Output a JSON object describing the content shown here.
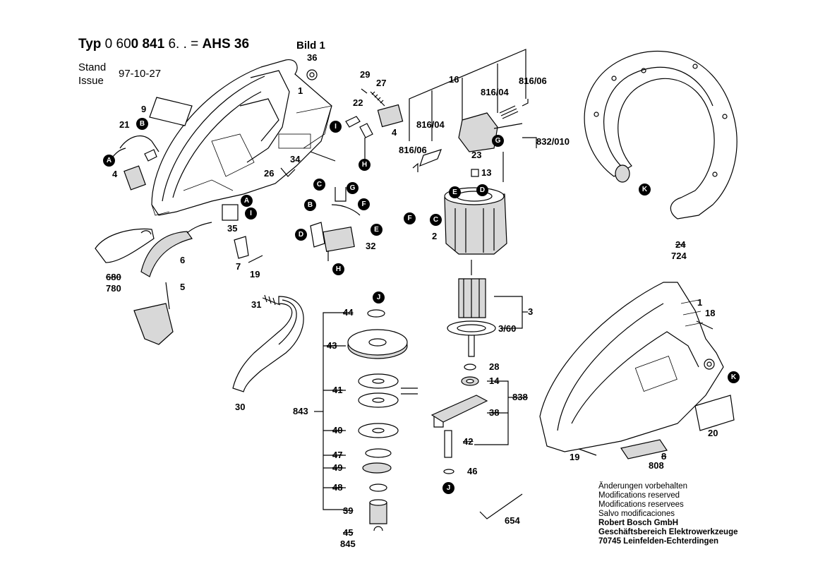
{
  "header": {
    "typ_prefix": "Typ",
    "typ_number_a": "0 60",
    "typ_number_b": "0 841",
    "typ_number_c": " 6. . = ",
    "model": "AHS 36",
    "bild": "Bild 1",
    "stand": "Stand",
    "issue": "Issue",
    "date": "97-10-27"
  },
  "part_labels": [
    {
      "id": "p36",
      "text": "36"
    },
    {
      "id": "p1a",
      "text": "1"
    },
    {
      "id": "p9",
      "text": "9"
    },
    {
      "id": "p21",
      "text": "21"
    },
    {
      "id": "p4a",
      "text": "4"
    },
    {
      "id": "p34",
      "text": "34"
    },
    {
      "id": "p26",
      "text": "26"
    },
    {
      "id": "p29",
      "text": "29"
    },
    {
      "id": "p27",
      "text": "27"
    },
    {
      "id": "p22",
      "text": "22"
    },
    {
      "id": "p4b",
      "text": "4"
    },
    {
      "id": "p35",
      "text": "35"
    },
    {
      "id": "p6",
      "text": "6"
    },
    {
      "id": "p7",
      "text": "7"
    },
    {
      "id": "p19a",
      "text": "19"
    },
    {
      "id": "p680",
      "text": "680",
      "struck": true
    },
    {
      "id": "p780",
      "text": "780"
    },
    {
      "id": "p5",
      "text": "5"
    },
    {
      "id": "p32",
      "text": "32"
    },
    {
      "id": "p16",
      "text": "16"
    },
    {
      "id": "p816_06a",
      "text": "816/06"
    },
    {
      "id": "p816_04a",
      "text": "816/04"
    },
    {
      "id": "p816_04b",
      "text": "816/04"
    },
    {
      "id": "p816_06b",
      "text": "816/06"
    },
    {
      "id": "p832",
      "text": "832/010"
    },
    {
      "id": "p23",
      "text": "23"
    },
    {
      "id": "p13",
      "text": "13"
    },
    {
      "id": "p2",
      "text": "2"
    },
    {
      "id": "p24",
      "text": "24",
      "struck": true
    },
    {
      "id": "p724",
      "text": "724"
    },
    {
      "id": "p31",
      "text": "31"
    },
    {
      "id": "p30",
      "text": "30"
    },
    {
      "id": "p44",
      "text": "44",
      "struck": true
    },
    {
      "id": "p43",
      "text": "43",
      "struck": true
    },
    {
      "id": "p41",
      "text": "41",
      "struck": true
    },
    {
      "id": "p40",
      "text": "40",
      "struck": true
    },
    {
      "id": "p47",
      "text": "47",
      "struck": true
    },
    {
      "id": "p49",
      "text": "49",
      "struck": true
    },
    {
      "id": "p48",
      "text": "48",
      "struck": true
    },
    {
      "id": "p39",
      "text": "39",
      "struck": true
    },
    {
      "id": "p45",
      "text": "45",
      "struck": true
    },
    {
      "id": "p845",
      "text": "845"
    },
    {
      "id": "p843",
      "text": "843"
    },
    {
      "id": "p3",
      "text": "3"
    },
    {
      "id": "p3_60",
      "text": "3/60"
    },
    {
      "id": "p28",
      "text": "28"
    },
    {
      "id": "p14",
      "text": "14"
    },
    {
      "id": "p838",
      "text": "838"
    },
    {
      "id": "p38",
      "text": "38",
      "struck": true
    },
    {
      "id": "p42",
      "text": "42",
      "struck": true
    },
    {
      "id": "p46",
      "text": "46"
    },
    {
      "id": "p654",
      "text": "654"
    },
    {
      "id": "p1b",
      "text": "1"
    },
    {
      "id": "p18",
      "text": "18"
    },
    {
      "id": "p20",
      "text": "20"
    },
    {
      "id": "p19b",
      "text": "19"
    },
    {
      "id": "p8",
      "text": "8",
      "struck": true
    },
    {
      "id": "p808",
      "text": "808"
    }
  ],
  "reference_markers": [
    {
      "id": "B1",
      "text": "B"
    },
    {
      "id": "A1",
      "text": "A"
    },
    {
      "id": "I1",
      "text": "I"
    },
    {
      "id": "H1",
      "text": "H"
    },
    {
      "id": "A2",
      "text": "A"
    },
    {
      "id": "I2",
      "text": "I"
    },
    {
      "id": "C1",
      "text": "C"
    },
    {
      "id": "G1",
      "text": "G"
    },
    {
      "id": "B2",
      "text": "B"
    },
    {
      "id": "F1",
      "text": "F"
    },
    {
      "id": "D1",
      "text": "D"
    },
    {
      "id": "E1",
      "text": "E"
    },
    {
      "id": "H2",
      "text": "H"
    },
    {
      "id": "G2",
      "text": "G"
    },
    {
      "id": "E2",
      "text": "E"
    },
    {
      "id": "D2",
      "text": "D"
    },
    {
      "id": "F2",
      "text": "F"
    },
    {
      "id": "C2",
      "text": "C"
    },
    {
      "id": "K1",
      "text": "K"
    },
    {
      "id": "J1",
      "text": "J"
    },
    {
      "id": "J2",
      "text": "J"
    },
    {
      "id": "K2",
      "text": "K"
    }
  ],
  "notes": {
    "line1": "Änderungen vorbehalten",
    "line2": "Modifications reserved",
    "line3": "Modifications reservees",
    "line4": "Salvo modificaciones",
    "company": "Robert Bosch GmbH",
    "division": "Geschäftsbereich Elektrowerkzeuge",
    "address": "70745 Leinfelden-Echterdingen"
  }
}
